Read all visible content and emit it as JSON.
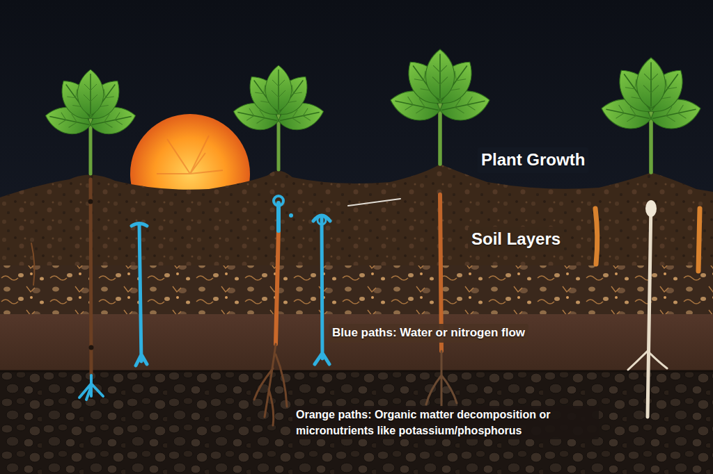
{
  "diagram": {
    "labels": [
      "Plant Growth",
      "Soil Layers",
      "Blue paths: Water or nitrogen flow",
      "Orange paths: Organic matter decomposition or micronutrients like potassium/phosphorus"
    ]
  }
}
